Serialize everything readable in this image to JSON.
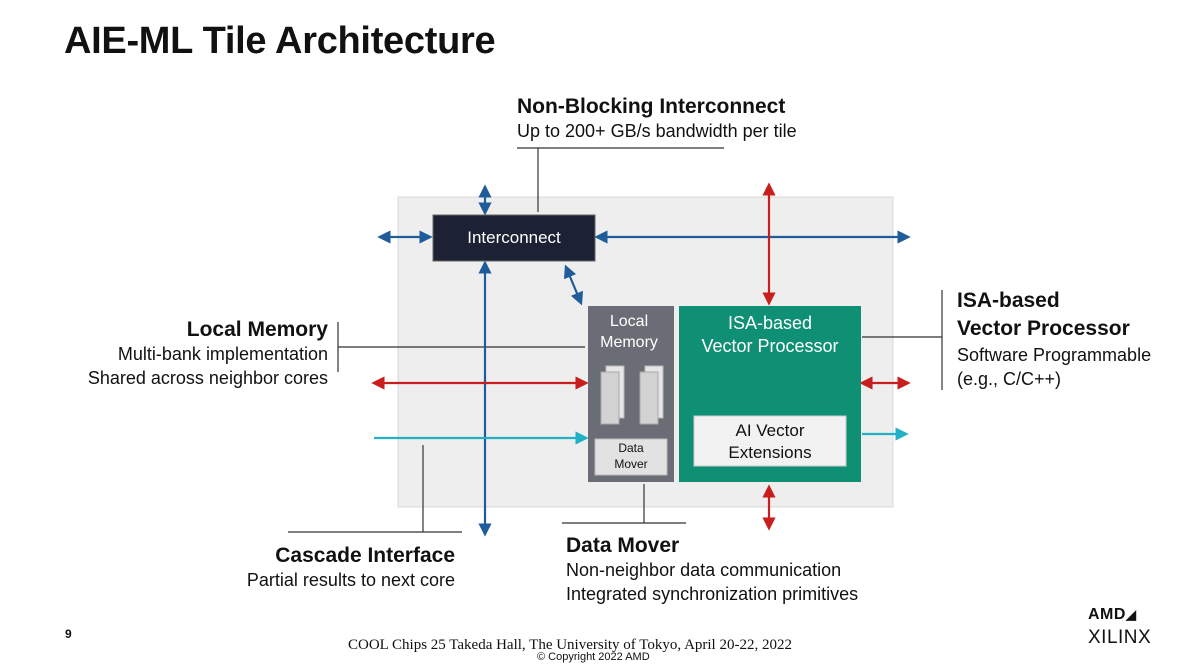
{
  "title": "AIE-ML Tile Architecture",
  "callouts": {
    "interconnect": {
      "title": "Non-Blocking Interconnect",
      "lines": [
        "Up to 200+ GB/s bandwidth per tile"
      ]
    },
    "local_memory": {
      "title": "Local Memory",
      "lines": [
        "Multi-bank implementation",
        "Shared across neighbor cores"
      ]
    },
    "vector_processor": {
      "title_lines": [
        "ISA-based",
        "Vector Processor"
      ],
      "lines": [
        "Software Programmable",
        "(e.g., C/C++)"
      ]
    },
    "cascade": {
      "title": "Cascade Interface",
      "lines": [
        "Partial results to next core"
      ]
    },
    "data_mover": {
      "title": "Data Mover",
      "lines": [
        "Non-neighbor data communication",
        "Integrated synchronization primitives"
      ]
    }
  },
  "blocks": {
    "interconnect": "Interconnect",
    "local_memory": [
      "Local",
      "Memory"
    ],
    "vector_processor": [
      "ISA-based",
      "Vector Processor"
    ],
    "ai_vector_extensions": [
      "AI Vector",
      "Extensions"
    ],
    "data_mover": [
      "Data",
      "Mover"
    ]
  },
  "footer": {
    "slide_number": "9",
    "text": "COOL Chips 25 Takeda Hall, The University of Tokyo, April 20-22, 2022",
    "copyright": "© Copyright 2022 AMD",
    "logo_top": "AMD",
    "logo_bottom": "XILINX"
  },
  "colors": {
    "interconnect_box": "#1c2233",
    "local_memory_box": "#6b6d76",
    "vector_processor_box": "#0f8f73",
    "tile_background": "#eeeeee",
    "arrow_blue": "#1f5c99",
    "arrow_red": "#c81e1e",
    "arrow_cyan": "#21b0c4"
  }
}
